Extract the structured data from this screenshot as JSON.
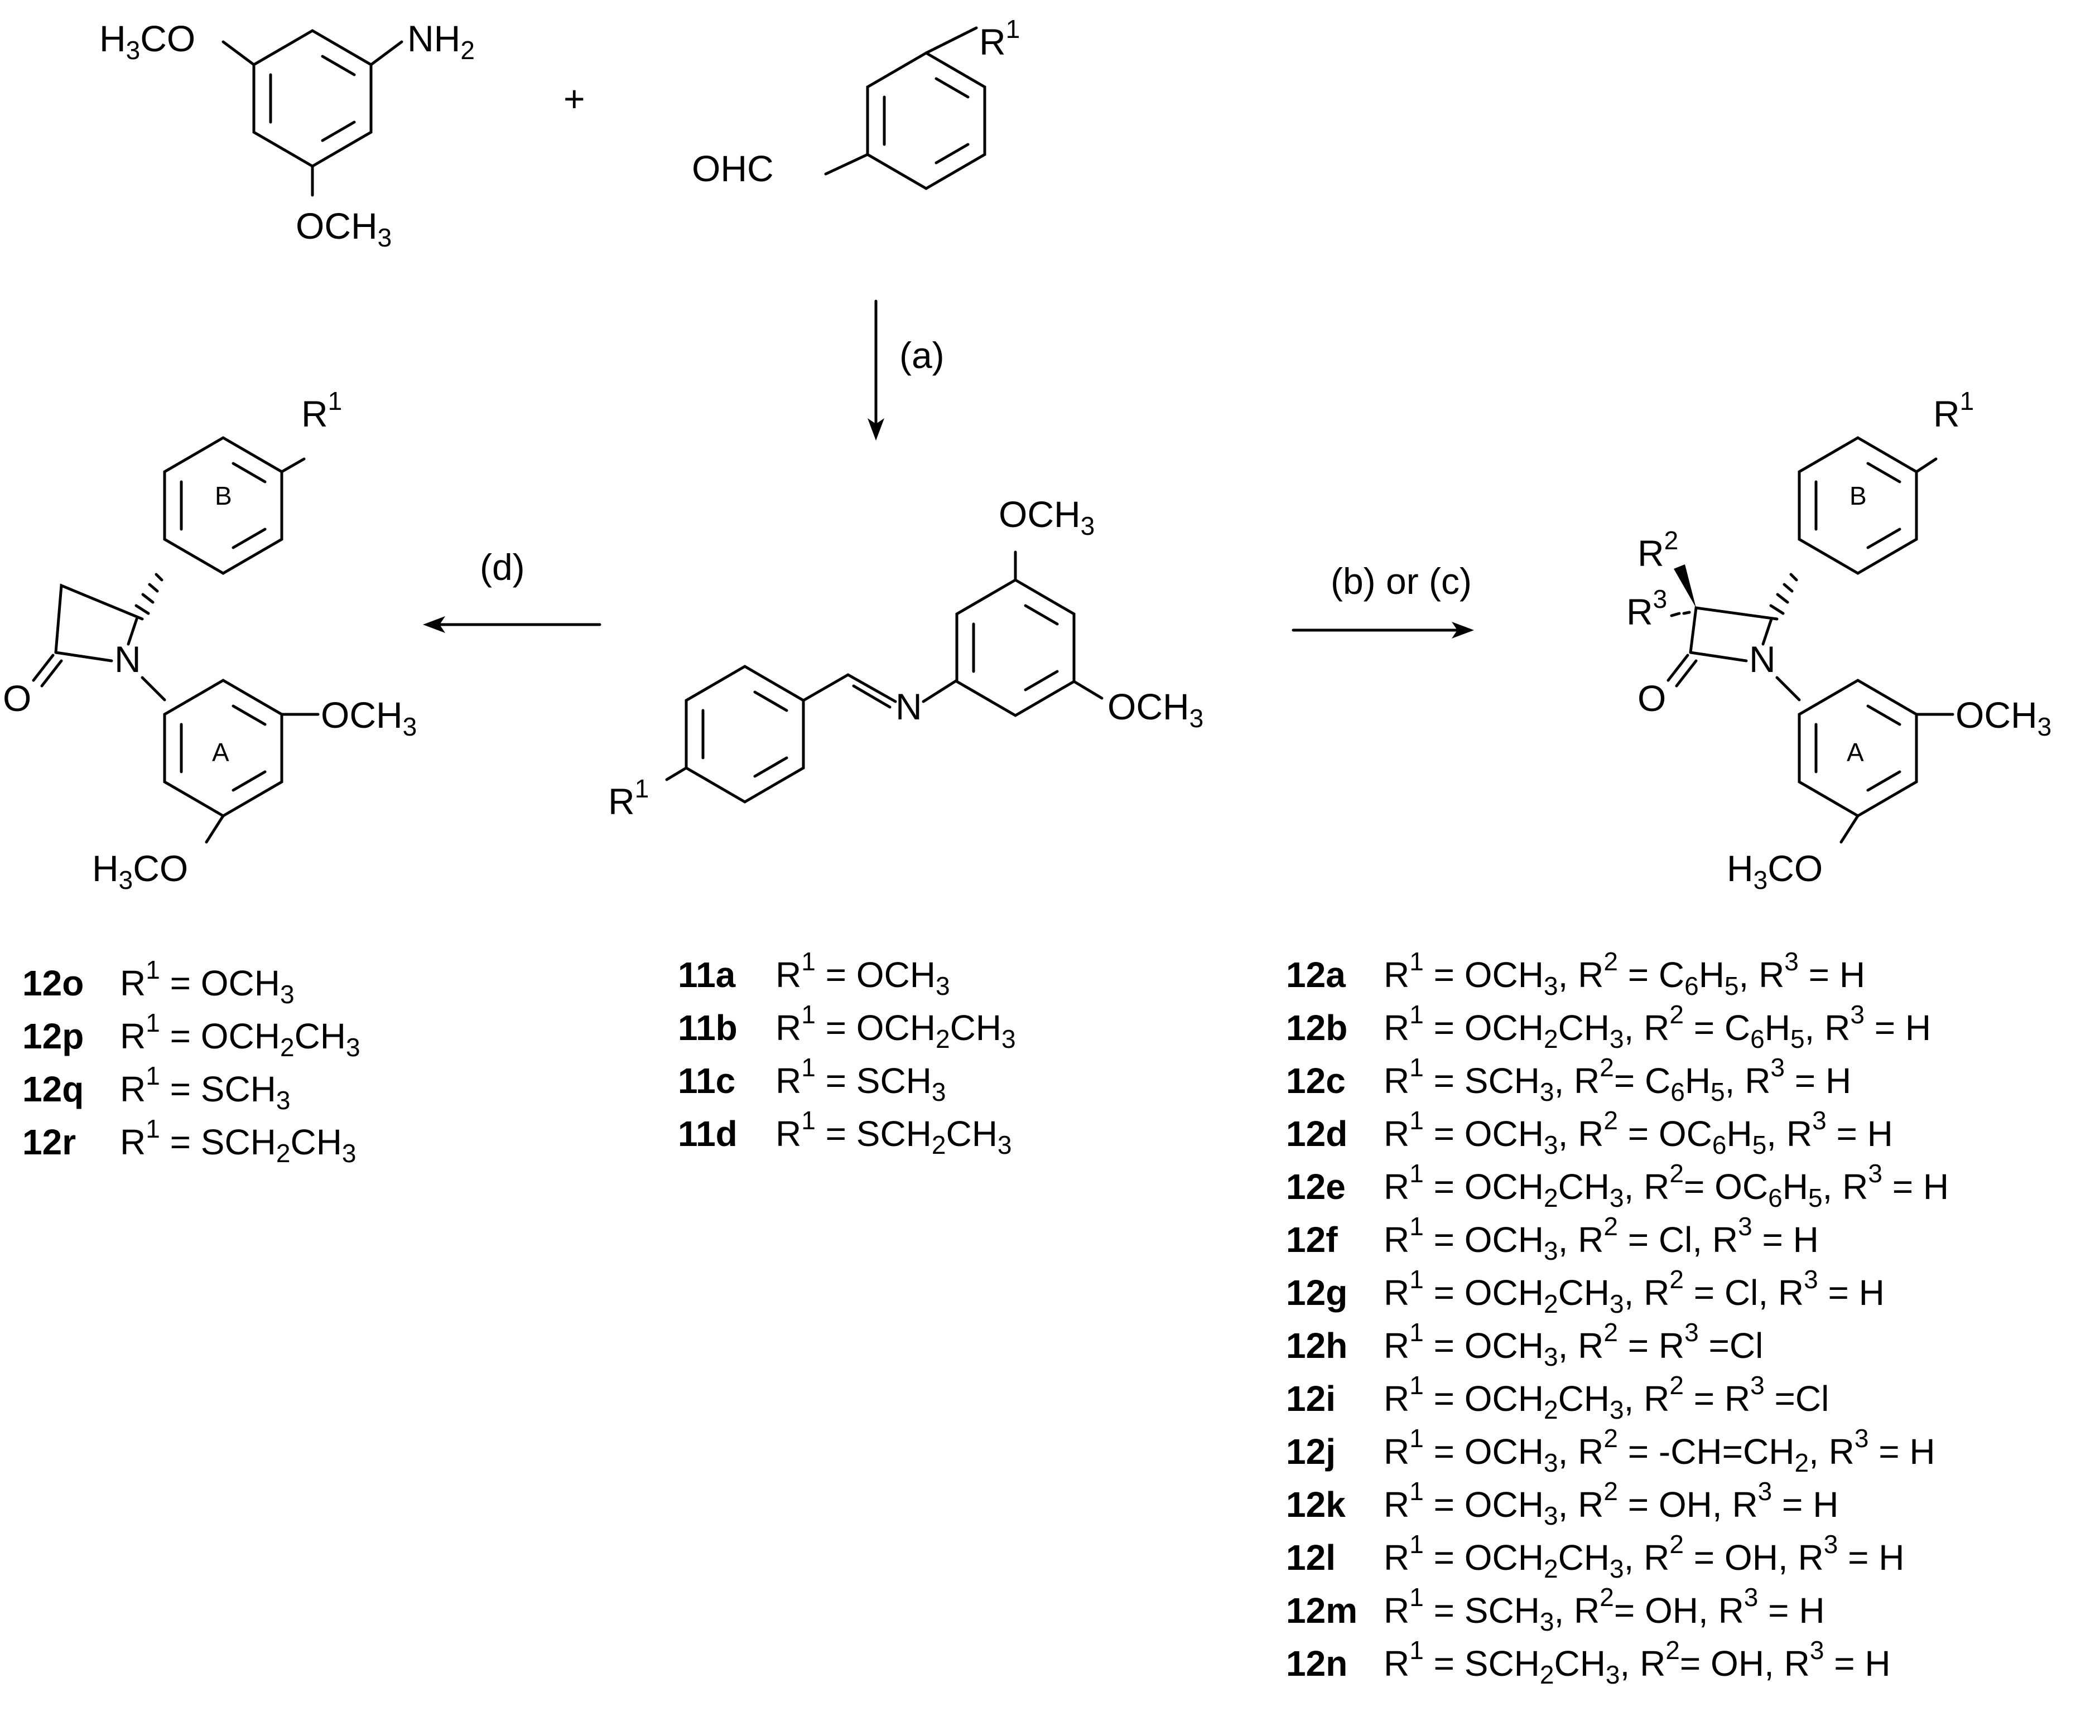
{
  "labels": {
    "och3": "OCH",
    "h3co": "H3CO",
    "nh2": "NH",
    "ohc": "OHC",
    "r": "R",
    "sup1": "1",
    "sup2": "2",
    "sup3": "3",
    "sub2": "2",
    "sub3": "3",
    "n": "N",
    "o": "O",
    "ring_a": "A",
    "ring_b": "B",
    "plus": "+",
    "step_a": "(a)",
    "step_d": "(d)",
    "step_bc": "(b) or (c)"
  },
  "compounds_11": [
    {
      "id": "11a",
      "text": "R1 = OCH3"
    },
    {
      "id": "11b",
      "text": "R1 = OCH2CH3"
    },
    {
      "id": "11c",
      "text": "R1 = SCH3"
    },
    {
      "id": "11d",
      "text": "R1 = SCH2CH3"
    }
  ],
  "compounds_12_left": [
    {
      "id": "12o",
      "text": "R1 = OCH3"
    },
    {
      "id": "12p",
      "text": "R1 = OCH2CH3"
    },
    {
      "id": "12q",
      "text": "R1 = SCH3"
    },
    {
      "id": "12r",
      "text": "R1 = SCH2CH3"
    }
  ],
  "compounds_12_right": [
    {
      "id": "12a",
      "text": "R1 = OCH3, R2 = C6H5, R3 = H"
    },
    {
      "id": "12b",
      "text": "R1 = OCH2CH3, R2 = C6H5, R3 = H"
    },
    {
      "id": "12c",
      "text": "R1 = SCH3, R2= C6H5, R3 = H"
    },
    {
      "id": "12d",
      "text": "R1 = OCH3, R2 = OC6H5, R3 = H"
    },
    {
      "id": "12e",
      "text": "R1 = OCH2CH3, R2= OC6H5, R3 = H"
    },
    {
      "id": "12f",
      "text": "R1 = OCH3, R2 = Cl, R3 = H"
    },
    {
      "id": "12g",
      "text": "R1 = OCH2CH3, R2 = Cl, R3 = H"
    },
    {
      "id": "12h",
      "text": "R1 = OCH3, R2 = R3 =Cl"
    },
    {
      "id": "12i",
      "text": "R1 = OCH2CH3, R2 = R3 =Cl"
    },
    {
      "id": "12j",
      "text": "R1 = OCH3, R2 = -CH=CH2, R3 = H"
    },
    {
      "id": "12k",
      "text": "R1 = OCH3, R2 = OH, R3 = H"
    },
    {
      "id": "12l",
      "text": "R1 = OCH2CH3, R2 = OH, R3 = H"
    },
    {
      "id": "12m",
      "text": "R1 = SCH3, R2= OH, R3 = H"
    },
    {
      "id": "12n",
      "text": "R1 = SCH2CH3, R2= OH, R3 = H"
    }
  ]
}
